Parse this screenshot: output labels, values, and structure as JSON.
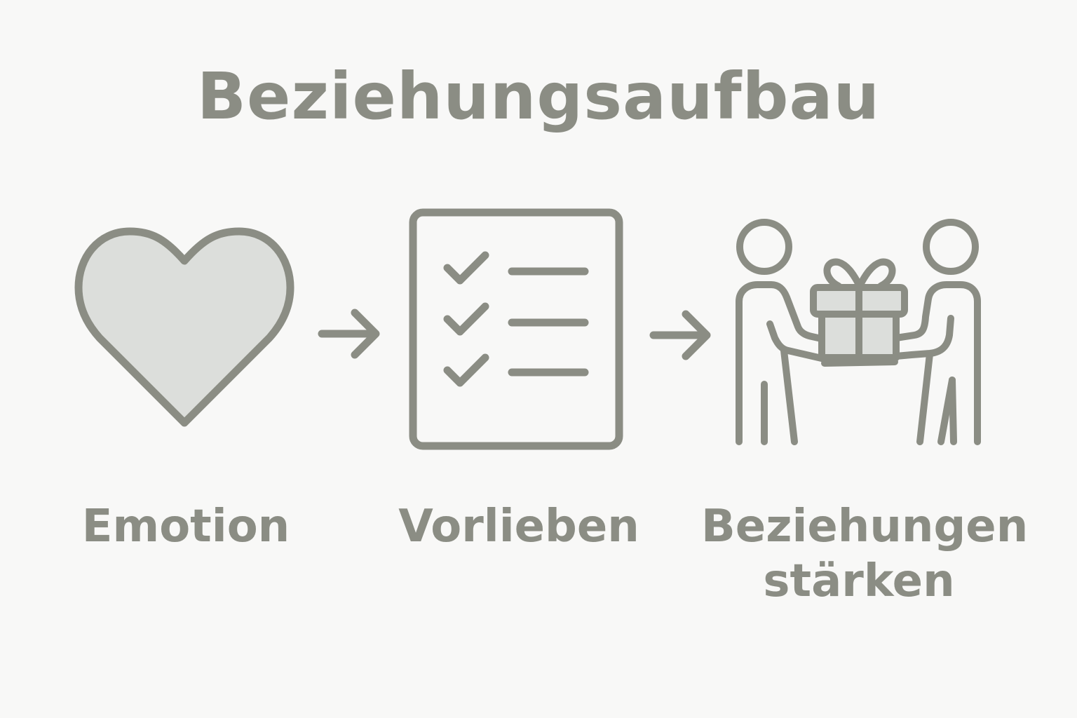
{
  "title": "Beziehungsaufbau",
  "colors": {
    "stroke": "#8b8d84",
    "fill_light": "#dcdedb",
    "background": "#f8f8f7"
  },
  "steps": [
    {
      "label": "Emotion",
      "icon": "heart-icon"
    },
    {
      "label": "Vorlieben",
      "icon": "checklist-icon"
    },
    {
      "label": "Beziehungen stärken",
      "icon": "gift-exchange-icon"
    }
  ],
  "connectors": [
    "arrow-right-icon",
    "arrow-right-icon"
  ]
}
